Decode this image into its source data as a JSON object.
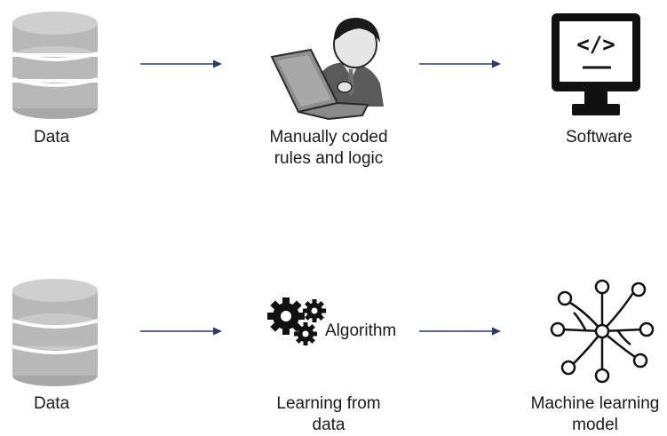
{
  "rows": [
    {
      "source_label": "Data",
      "middle_label_lines": [
        "Manually coded",
        "rules and logic"
      ],
      "result_label": "Software",
      "code_symbol": "</>"
    },
    {
      "source_label": "Data",
      "middle_inline_label": "Algorithm",
      "middle_label_lines": [
        "Learning from",
        "data"
      ],
      "result_label_lines": [
        "Machine learning",
        "model"
      ]
    }
  ],
  "colors": {
    "arrow": "#2e3a66",
    "database_fill": "#c8c8c8",
    "database_shade": "#9e9e9e",
    "icon_dark": "#111111"
  },
  "icons": [
    "database-icon",
    "person-laptop-icon",
    "monitor-code-icon",
    "gears-icon",
    "neural-network-icon"
  ]
}
